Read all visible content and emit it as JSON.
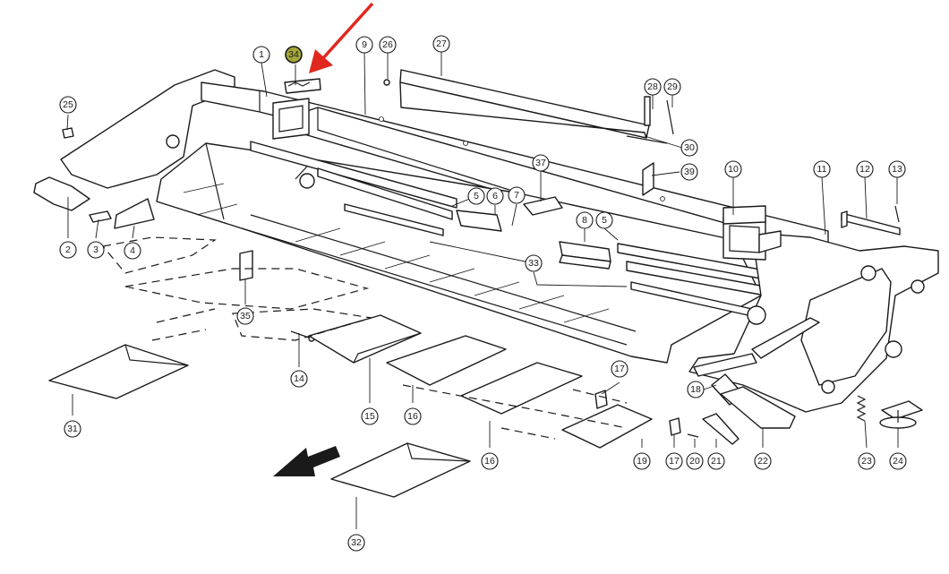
{
  "colors": {
    "highlight_fill": "#a4a63a",
    "arrow": "#e0281e",
    "ink": "#1a1a1a"
  },
  "highlighted_part": "34",
  "callouts": {
    "c1": "1",
    "c2": "2",
    "c3": "3",
    "c4": "4",
    "c5a": "5",
    "c5b": "5",
    "c6": "6",
    "c7": "7",
    "c8": "8",
    "c9": "9",
    "c10": "10",
    "c11": "11",
    "c12": "12",
    "c13": "13",
    "c14": "14",
    "c15": "15",
    "c16a": "16",
    "c16b": "16",
    "c17a": "17",
    "c17b": "17",
    "c18": "18",
    "c19": "19",
    "c20": "20",
    "c21": "21",
    "c22": "22",
    "c23": "23",
    "c24": "24",
    "c25": "25",
    "c26": "26",
    "c27": "27",
    "c28": "28",
    "c29": "29",
    "c30": "30",
    "c31": "31",
    "c32": "32",
    "c33": "33",
    "c34": "34",
    "c35": "35",
    "c37": "37",
    "c39": "39"
  }
}
